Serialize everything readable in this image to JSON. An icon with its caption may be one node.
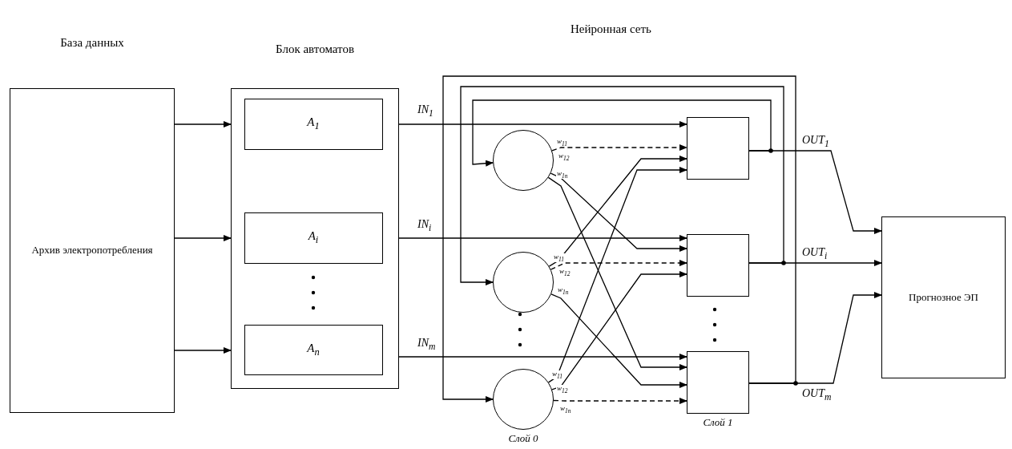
{
  "diagram": {
    "nodes": [
      {
        "text": [
          "База данных",
          "Архив электропотребления"
        ]
      },
      {
        "text": [
          "Блок автоматов"
        ]
      },
      {
        "text": [
          "A$_{1}$"
        ],
        "in": 1
      },
      {
        "text": [
          "A$_{i}$"
        ],
        "in": 1
      },
      {
        "text": [
          "A$_{n}$"
        ],
        "in": 1
      },
      {
        "text": [],
        "shape": "circle"
      },
      {
        "text": [],
        "shape": "circle"
      },
      {
        "text": [],
        "shape": "circle",
        "beside": [
          "Слой 0"
        ]
      },
      {
        "text": [],
        "shape": "box"
      },
      {
        "text": [],
        "shape": "box"
      },
      {
        "text": [],
        "shape": "box",
        "beside": [
          "Слой 1"
        ]
      },
      {
        "text": [
          "Прогнозное ЭП"
        ]
      }
    ],
    "edges": [
      {
        "from": 0,
        "to": 1,
        "arrow": "to"
      },
      {
        "from": 0,
        "to": 1,
        "arrow": "to"
      },
      {
        "from": 0,
        "to": 1,
        "arrow": "to"
      },
      {
        "from": 1,
        "to": 8,
        "arrow": "to",
        "label": "IN$_{1}$"
      },
      {
        "from": 1,
        "to": 9,
        "arrow": "to",
        "label": "IN$_{i}$"
      },
      {
        "from": 1,
        "to": 10,
        "arrow": "to",
        "label": "IN$_{m}$"
      },
      {
        "from": 5,
        "to": 8,
        "arrow": "to",
        "label": "w$_{11}$",
        "style": "dashed"
      },
      {
        "from": 5,
        "to": 9,
        "arrow": "to",
        "label": "w$_{12}$"
      },
      {
        "from": 5,
        "to": 10,
        "arrow": "to",
        "label": "w$_{1n}$"
      },
      {
        "from": 6,
        "to": 8,
        "arrow": "to",
        "label": "w$_{11}$"
      },
      {
        "from": 6,
        "to": 9,
        "arrow": "to",
        "label": "w$_{12}$",
        "style": "dashed"
      },
      {
        "from": 6,
        "to": 10,
        "arrow": "to",
        "label": "w$_{1n}$"
      },
      {
        "from": 7,
        "to": 8,
        "arrow": "to",
        "label": "w$_{11}$"
      },
      {
        "from": 7,
        "to": 9,
        "arrow": "to",
        "label": "w$_{12}$"
      },
      {
        "from": 7,
        "to": 10,
        "arrow": "to",
        "label": "w$_{1n}$",
        "style": "dashed"
      },
      {
        "from": 8,
        "to": 11,
        "arrow": "to",
        "label": "OUT$_{1}$"
      },
      {
        "from": 9,
        "to": 11,
        "arrow": "to",
        "label": "OUT$_{i}$"
      },
      {
        "from": 10,
        "to": 11,
        "arrow": "to",
        "label": "OUT$_{m}$"
      },
      {
        "from": 8,
        "to": 5,
        "arrow": "to"
      },
      {
        "from": 9,
        "to": 6,
        "arrow": "to"
      },
      {
        "from": 10,
        "to": 7,
        "arrow": "to"
      }
    ],
    "labels": [
      "Нейронная сеть"
    ]
  }
}
